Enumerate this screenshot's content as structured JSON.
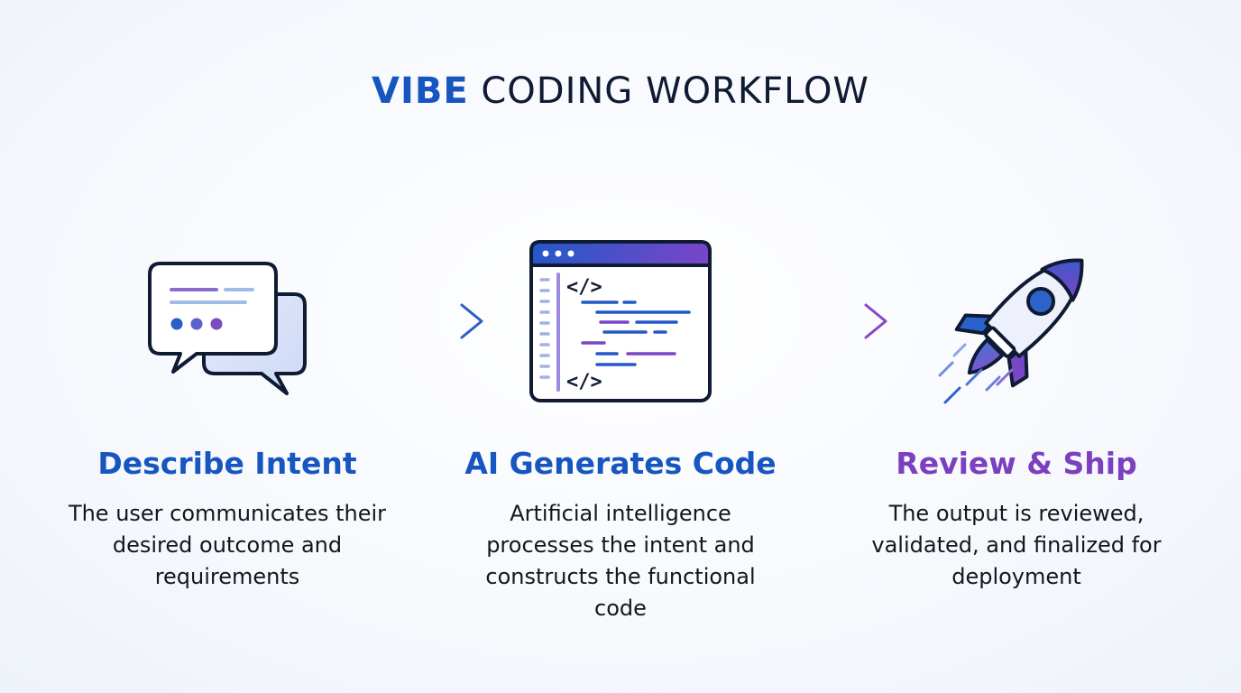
{
  "header": {
    "title_accent": "VIBE",
    "title_rest": " CODING WORKFLOW"
  },
  "colors": {
    "blue": "#1756c0",
    "purple": "#7b3fbf",
    "navy": "#0f1b33"
  },
  "steps": [
    {
      "icon": "chat-bubbles-icon",
      "title": "Describe Intent",
      "description": "The user communicates their desired outcome and requirements"
    },
    {
      "icon": "code-window-icon",
      "title": "AI Generates Code",
      "description": "Artificial intelligence processes the intent and constructs the functional code"
    },
    {
      "icon": "rocket-icon",
      "title": "Review & Ship",
      "description": "The output is reviewed, validated, and finalized for deployment"
    }
  ],
  "code_window": {
    "open_tag": "</>",
    "close_tag": "</>"
  }
}
